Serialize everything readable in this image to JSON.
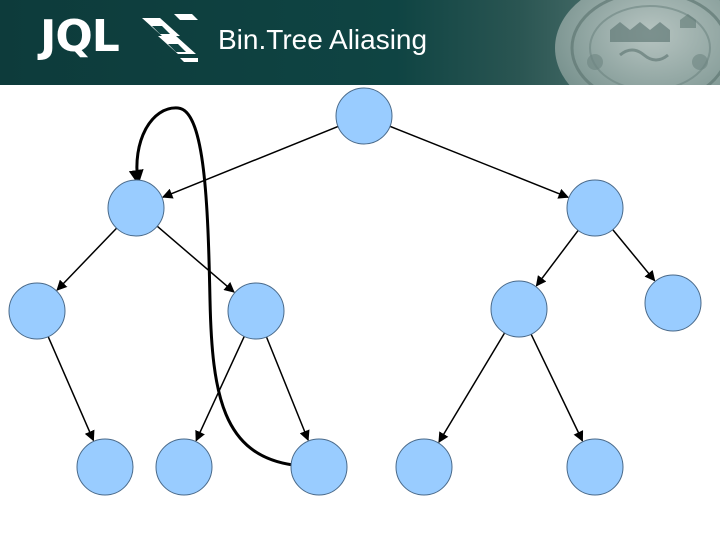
{
  "header": {
    "logo_text": "JQL",
    "title": "Bin.Tree Aliasing"
  },
  "diagram": {
    "node_fill": "#99ccff",
    "node_stroke": "#4a6a8a",
    "edge_color": "#000000",
    "nodes": [
      {
        "id": "root"
      },
      {
        "id": "l"
      },
      {
        "id": "r"
      },
      {
        "id": "ll"
      },
      {
        "id": "lr"
      },
      {
        "id": "rl"
      },
      {
        "id": "rr"
      },
      {
        "id": "lll"
      },
      {
        "id": "lrl"
      },
      {
        "id": "lrr"
      },
      {
        "id": "rll"
      },
      {
        "id": "rlr"
      }
    ],
    "edges": [
      {
        "from": "root",
        "to": "l"
      },
      {
        "from": "root",
        "to": "r"
      },
      {
        "from": "l",
        "to": "ll"
      },
      {
        "from": "l",
        "to": "lr"
      },
      {
        "from": "r",
        "to": "rl"
      },
      {
        "from": "r",
        "to": "rr"
      },
      {
        "from": "ll",
        "to": "lll"
      },
      {
        "from": "lr",
        "to": "lrl"
      },
      {
        "from": "lr",
        "to": "lrr"
      },
      {
        "from": "rl",
        "to": "rll"
      },
      {
        "from": "rl",
        "to": "rlr"
      }
    ],
    "alias_edge": {
      "from": "lrr",
      "to": "l"
    }
  }
}
